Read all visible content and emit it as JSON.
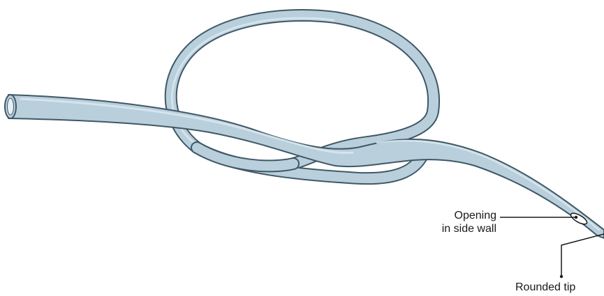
{
  "labels": {
    "opening_line1": "Opening",
    "opening_line2": "in side wall",
    "rounded_tip": "Rounded tip"
  },
  "colors": {
    "tube_fill": "#b9cfdc",
    "tube_outline": "#3f5866",
    "tube_highlight": "#dbe8ef",
    "leader_line": "#1a1a1a"
  }
}
